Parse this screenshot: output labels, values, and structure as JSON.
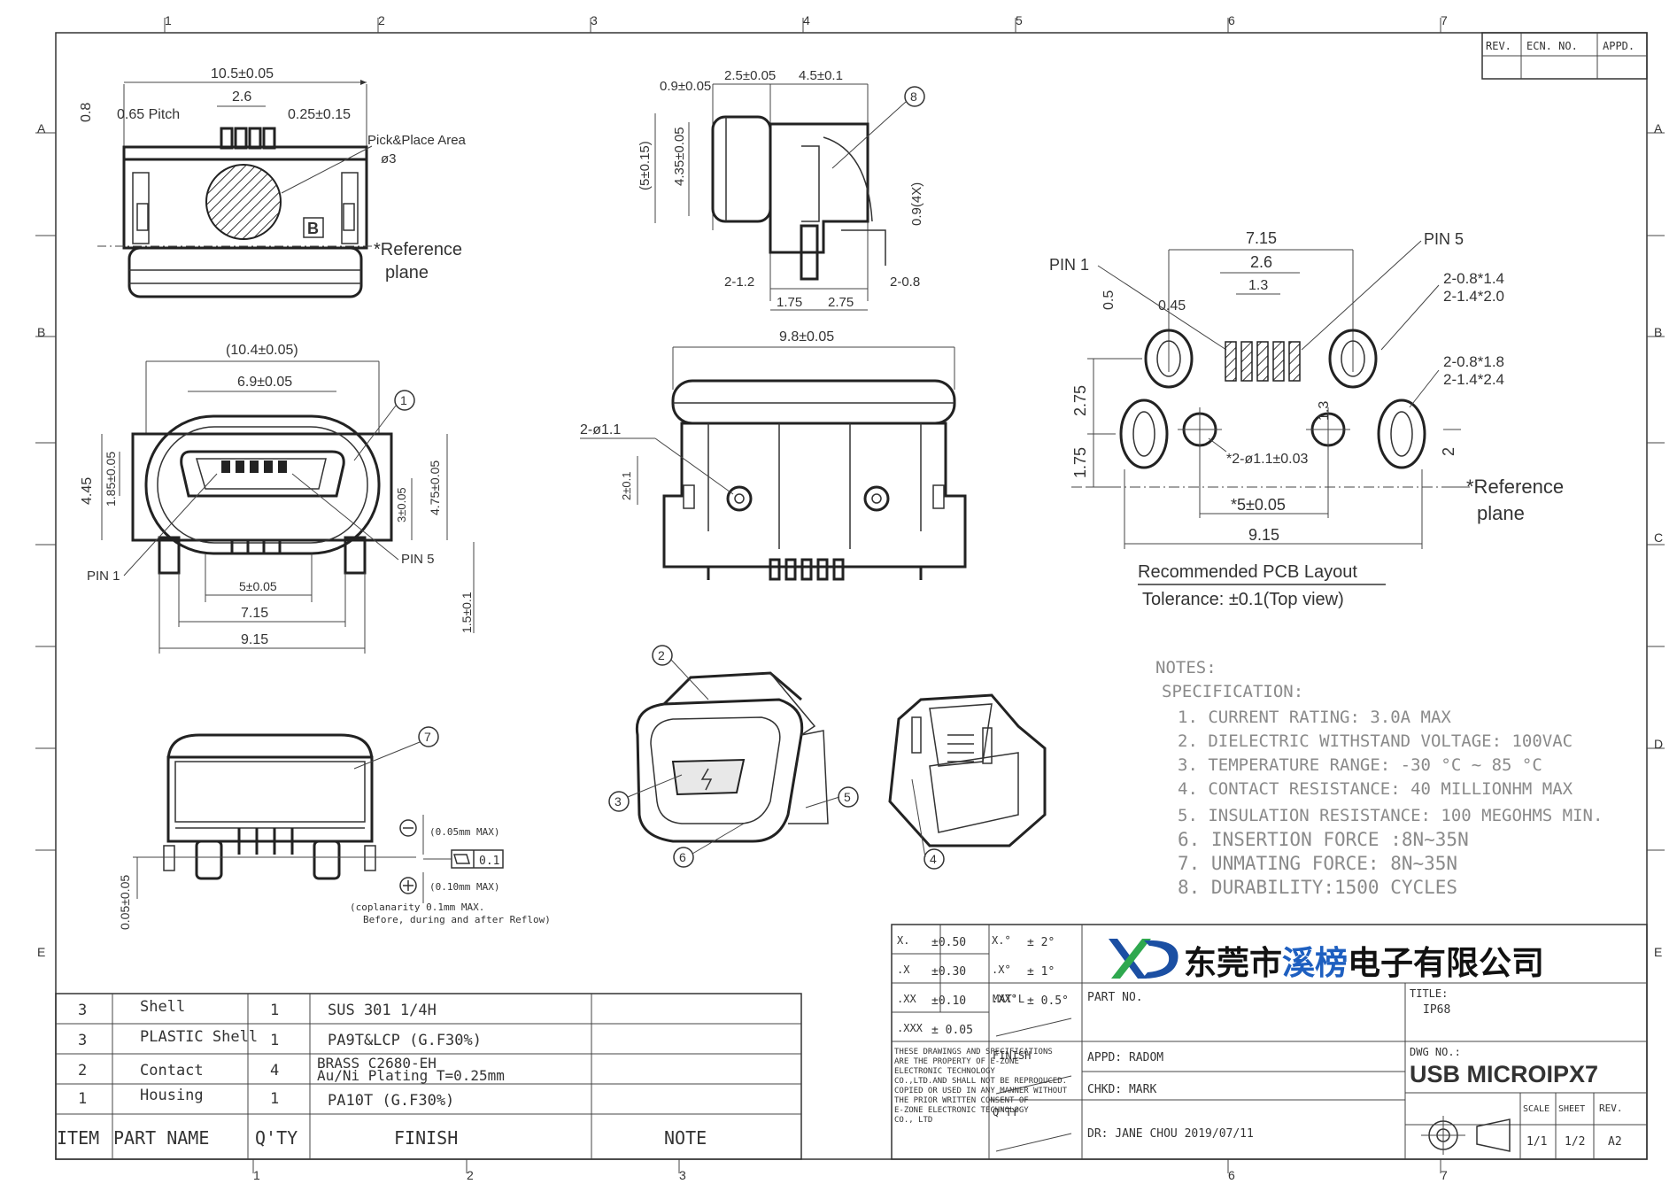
{
  "frame": {
    "col_marks": [
      "1",
      "2",
      "3",
      "4",
      "5",
      "6",
      "7"
    ],
    "row_marks": [
      "A",
      "B",
      "C",
      "D",
      "E"
    ]
  },
  "rev_table": {
    "rev": "REV.",
    "ecn": "ECN. NO.",
    "appd": "APPD."
  },
  "top_view": {
    "dim_width": "10.5±0.05",
    "dim_center": "2.6",
    "pitch": "0.65 Pitch",
    "pin_width": "0.25±0.15",
    "dim_height": "0.8",
    "pick_place": "Pick&Place Area",
    "pick_dia": "ø3",
    "datum": "B",
    "ref_plane_1": "*Reference",
    "ref_plane_2": "plane"
  },
  "side_view": {
    "d1": "0.9±0.05",
    "d2": "2.5±0.05",
    "d3": "4.5±0.1",
    "d4": "(5±0.15)",
    "d5": "4.35±0.05",
    "d6": "0.9(4X)",
    "d7": "2-1.2",
    "d8": "2-0.8",
    "d9": "1.75",
    "d10": "2.75",
    "balloon": "8"
  },
  "front_view": {
    "d_outer": "(10.4±0.05)",
    "d_inner": "6.9±0.05",
    "d_h1": "4.45",
    "d_h2": "1.85±0.05",
    "d_h3": "3±0.05",
    "d_h4": "4.75±0.05",
    "d_p1": "5±0.05",
    "d_p2": "7.15",
    "d_p3": "9.15",
    "d_tail": "1.5±0.1",
    "pin1": "PIN 1",
    "pin5": "PIN 5",
    "balloon": "1"
  },
  "rear_view": {
    "d_width": "9.8±0.05",
    "d_hole": "2-ø1.1",
    "d_h": "2±0.1"
  },
  "pcb": {
    "d1": "7.15",
    "d2": "2.6",
    "d3": "1.3",
    "d4": "0.45",
    "d5": "0.5",
    "d6": "2.75",
    "d7": "1.75",
    "d8": "1.3",
    "d9": "2",
    "pin1": "PIN 1",
    "pin5": "PIN 5",
    "slot1a": "2-0.8*1.4",
    "slot1b": "2-1.4*2.0",
    "slot2a": "2-0.8*1.8",
    "slot2b": "2-1.4*2.4",
    "hole": "*2-ø1.1±0.03",
    "dim_5": "*5±0.05",
    "dim_915": "9.15",
    "ref1": "*Reference",
    "ref2": "plane",
    "title": "Recommended PCB Layout",
    "tol": "Tolerance: ±0.1(Top view)"
  },
  "coplanar": {
    "balloon": "7",
    "max1": "(0.05mm MAX)",
    "flat": "0.1",
    "max2": "(0.10mm MAX)",
    "note1": "(coplanarity 0.1mm MAX.",
    "note2": "Before, during and after Reflow)",
    "dim": "0.05±0.05"
  },
  "iso": {
    "b2": "2",
    "b3": "3",
    "b4": "4",
    "b5": "5",
    "b6": "6"
  },
  "notes": {
    "title": "NOTES:",
    "spec": "SPECIFICATION:",
    "items": [
      "1. CURRENT RATING: 3.0A MAX",
      "2. DIELECTRIC WITHSTAND VOLTAGE: 100VAC",
      "3. TEMPERATURE RANGE: -30 °C ~ 85 °C",
      "4. CONTACT RESISTANCE: 40 MILLIONHM MAX",
      "5. INSULATION RESISTANCE: 100 MEGOHMS MIN.",
      "6.  INSERTION  FORCE  :8N~35N",
      "7.  UNMATING  FORCE:  8N~35N",
      "8.  DURABILITY:1500  CYCLES"
    ]
  },
  "bom": {
    "headers": [
      "ITEM",
      "PART  NAME",
      "Q'TY",
      "FINISH",
      "NOTE"
    ],
    "rows": [
      {
        "item": "3",
        "name": "Shell",
        "qty": "1",
        "finish": "SUS 301 1/4H",
        "finish2": ""
      },
      {
        "item": "3",
        "name": "PLASTIC Shell",
        "qty": "1",
        "finish": "PA9T&LCP (G.F30%)",
        "finish2": ""
      },
      {
        "item": "2",
        "name": "Contact",
        "qty": "4",
        "finish": "BRASS C2680-EH",
        "finish2": "Au/Ni   Plating   T=0.25mm"
      },
      {
        "item": "1",
        "name": "Housing",
        "qty": "1",
        "finish": "PA10T (G.F30%)",
        "finish2": ""
      }
    ]
  },
  "title_block": {
    "tol": [
      {
        "a": "X.",
        "b": "±0.50",
        "c": "X.°",
        "d": "± 2°"
      },
      {
        "a": ".X",
        "b": "±0.30",
        "c": ".X°",
        "d": "± 1°"
      },
      {
        "a": ".XX",
        "b": "±0.10",
        "c": ".XX°",
        "d": "± 0.5°"
      },
      {
        "a": ".XXX",
        "b": "± 0.05",
        "c": "",
        "d": ""
      }
    ],
    "disclaimer": [
      "THESE DRAWINGS AND SPECIFICATIONS",
      "ARE THE PROPERTY OF  E-ZONE",
      "ELECTRONIC TECHNOLOGY",
      "CO.,LTD.AND SHALL NOT BE REPROOUCED.",
      "COPIED OR USED IN ANY  MANNER WITHOUT",
      "THE  PRIOR WRITTEN  CONSENT  OF",
      "E-ZONE ELECTRONIC TECHNOLOGY",
      "CO., LTD"
    ],
    "matl": "MAT'L",
    "finish": "FINISH",
    "qty": "Q'TY",
    "company": "东莞市溪榜电子有限公司",
    "company_a": "东莞市",
    "company_b": "溪榜",
    "company_c": "电子有限公司",
    "part_no": "PART  NO.",
    "title_lbl": "TITLE:",
    "title_val": "IP68",
    "appd": "APPD:   RADOM",
    "chkd": "CHKD:   MARK",
    "dr": "DR:     JANE  CHOU  2019/07/11",
    "dwg_lbl": "DWG NO.:",
    "dwg_val": "USB MICROIPX7",
    "scale_lbl": "SCALE",
    "sheet_lbl": "SHEET",
    "rev_lbl": "REV.",
    "scale_val": "1/1",
    "sheet_val": "1/2",
    "rev_val": "A2",
    "colors": {
      "logo_blue": "#1b4fa3",
      "logo_green": "#2fa84f",
      "company_blue": "#1e5fc0"
    }
  }
}
